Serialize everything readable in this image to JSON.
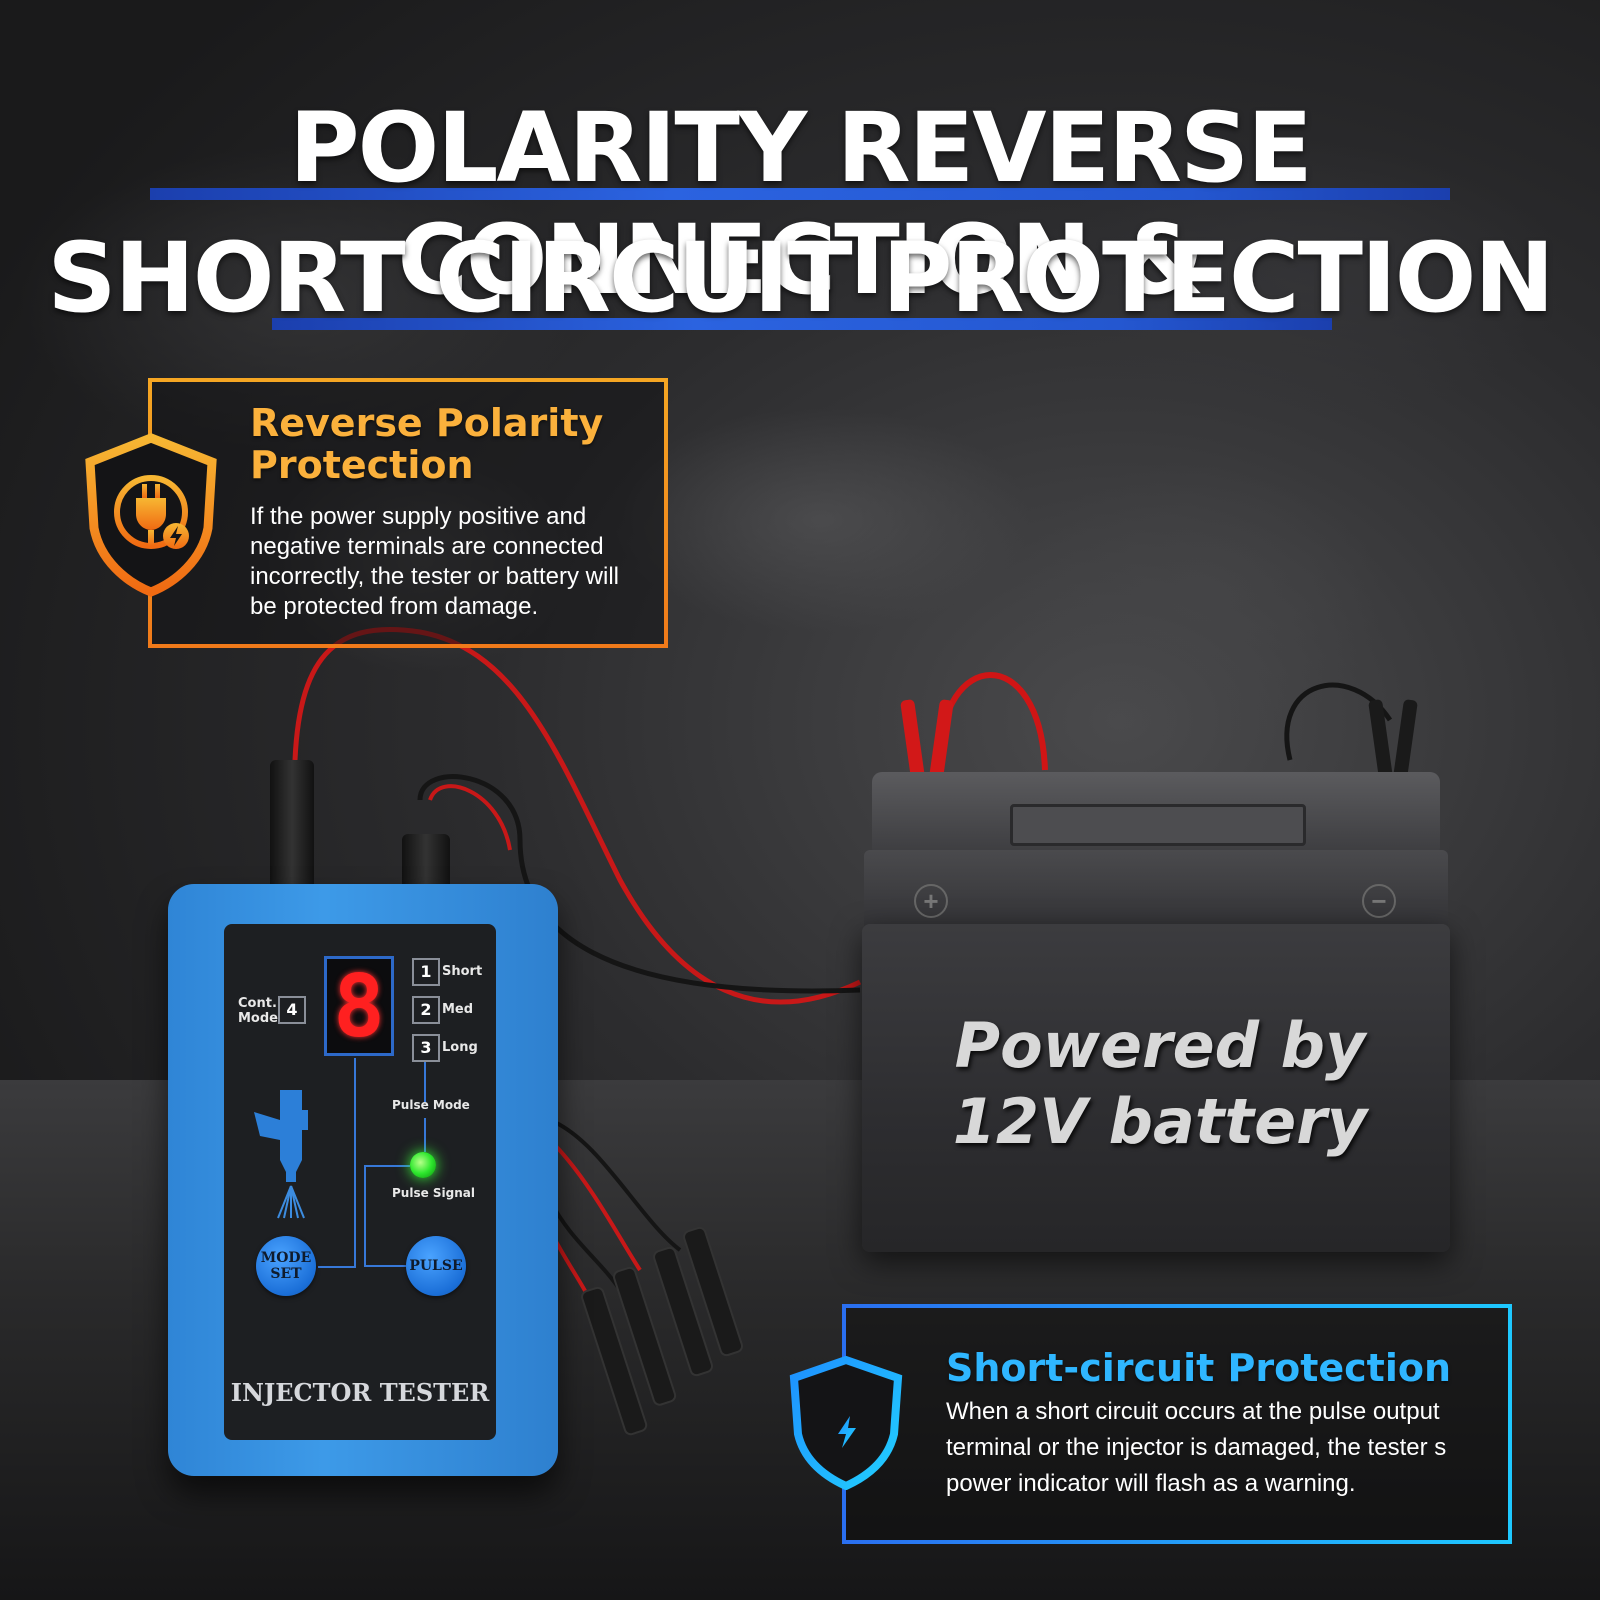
{
  "title": {
    "line1": "POLARITY REVERSE CONNECTION &",
    "line2": "SHORT CIRCUIT PROTECTION"
  },
  "reverse_polarity": {
    "heading_line1": "Reverse Polarity",
    "heading_line2": "Protection",
    "body": "If the power supply positive and negative terminals are connected incorrectly, the tester or battery will be protected from damage.",
    "icon": "plug-shield-icon",
    "color": "#f5a623"
  },
  "short_circuit": {
    "heading": "Short-circuit Protection",
    "body": "When a short circuit occurs at the pulse output terminal or the injector is damaged, the tester s power indicator will flash as a warning.",
    "icon": "circuit-shield-icon",
    "color": "#2fb6ff"
  },
  "battery": {
    "label_line1": "Powered by",
    "label_line2": "12V battery",
    "pos_symbol": "+",
    "neg_symbol": "−"
  },
  "tester": {
    "display_digit": "8",
    "modes": [
      {
        "num": "1",
        "label": "Short"
      },
      {
        "num": "2",
        "label": "Med"
      },
      {
        "num": "3",
        "label": "Long"
      }
    ],
    "cont_mode_num": "4",
    "cont_mode_label_1": "Cont.",
    "cont_mode_label_2": "Mode",
    "pulse_mode_label": "Pulse Mode",
    "pulse_signal_label": "Pulse Signal",
    "mode_button_line1": "MODE",
    "mode_button_line2": "SET",
    "pulse_button": "PULSE",
    "name": "INJECTOR TESTER",
    "body_color": "#3d9ae8",
    "led_color": "#2ee82e"
  }
}
